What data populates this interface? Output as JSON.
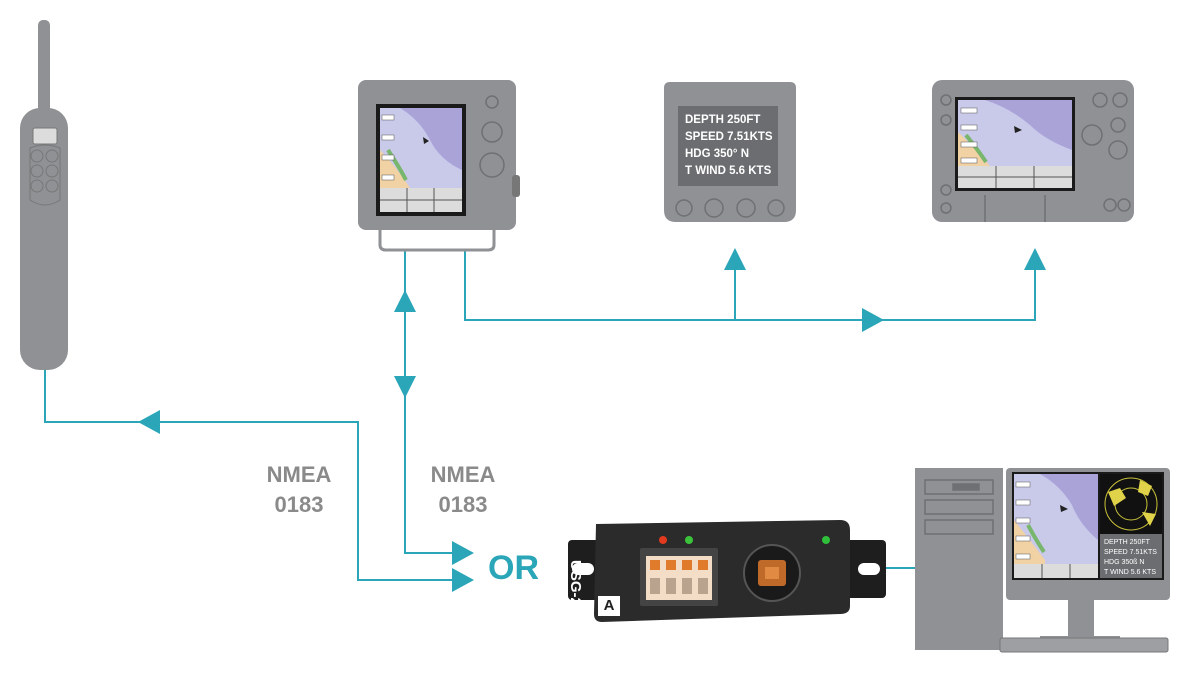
{
  "labels": {
    "left_protocol": {
      "line1": "NMEA",
      "line2": "0183"
    },
    "right_protocol": {
      "line1": "NMEA",
      "line2": "0183"
    },
    "or_text": "OR"
  },
  "instrument_display": {
    "lines": [
      "DEPTH 250FT",
      "SPEED 7.51KTS",
      "HDG  350°  N",
      "T WIND 5.6 KTS"
    ]
  },
  "pc_display": {
    "lines": [
      "DEPTH 250FT",
      "SPEED 7.51KTS",
      "HDG  350ß N",
      "T WIND 5.6 KTS"
    ]
  },
  "interface_device": {
    "model_label": "USG-2",
    "brand_logo": "A"
  },
  "colors": {
    "connection_line": "#2aa6b8",
    "device_grey": "#8f9194",
    "label_grey": "#8a8a8a"
  }
}
